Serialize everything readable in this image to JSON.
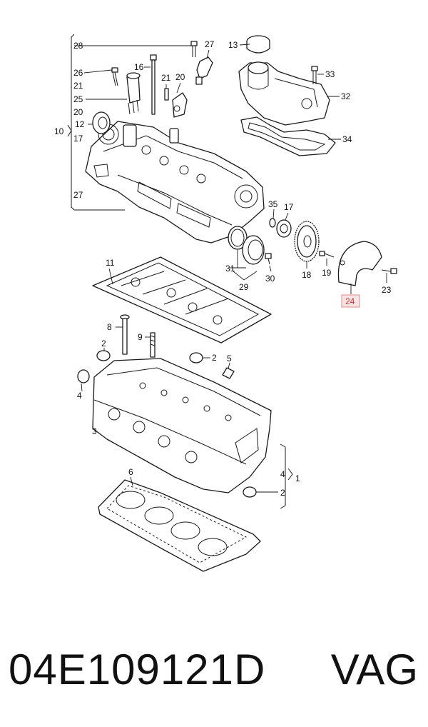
{
  "callouts": {
    "c28": "28",
    "c26": "26",
    "c21a": "21",
    "c25": "25",
    "c20a": "20",
    "c12": "12",
    "c10": "10",
    "c17a": "17",
    "c27a": "27",
    "c16": "16",
    "c21b": "21",
    "c20b": "20",
    "c27b": "27",
    "c13": "13",
    "c33": "33",
    "c32": "32",
    "c34": "34",
    "c35": "35",
    "c17b": "17",
    "c31": "31",
    "c29": "29",
    "c30": "30",
    "c18": "18",
    "c19": "19",
    "c23": "23",
    "c24": "24",
    "c11": "11",
    "c8": "8",
    "c9": "9",
    "c2a": "2",
    "c2b": "2",
    "c5": "5",
    "c4a": "4",
    "c3": "3",
    "c6": "6",
    "c4b": "4",
    "c1": "1",
    "c2c": "2"
  },
  "highlight_color": "#c03a3a",
  "caption": {
    "part_number": "04E109121D",
    "brand": "VAG"
  }
}
